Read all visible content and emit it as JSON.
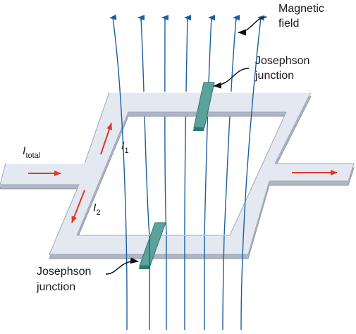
{
  "labels": {
    "magnetic_field_line1": "Magnetic",
    "magnetic_field_line2": "field",
    "jj_top_line1": "Josephson",
    "jj_top_line2": "junction",
    "jj_bottom_line1": "Josephson",
    "jj_bottom_line2": "junction",
    "i_total_symbol": "I",
    "i_total_subscript": "total",
    "i1_symbol": "I",
    "i1_subscript": "1",
    "i2_symbol": "I",
    "i2_subscript": "2"
  },
  "colors": {
    "field_line": "#1b5fa0",
    "current_arrow": "#d9392b",
    "conductor_top": "#e4e8f0",
    "conductor_edge": "#9ea7b8",
    "junction": "#5aa39a",
    "junction_dark": "#2f7770"
  }
}
